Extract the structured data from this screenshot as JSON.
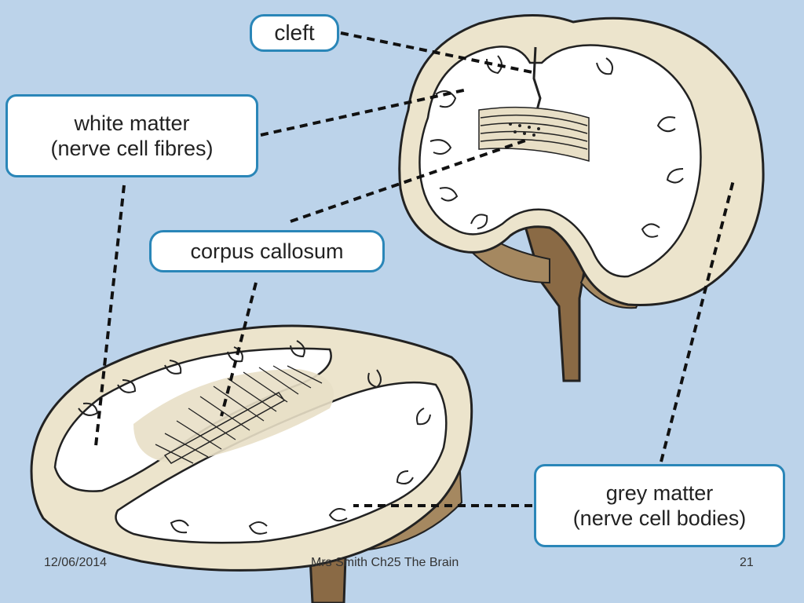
{
  "labels": {
    "cleft": "cleft",
    "white_matter": [
      "white matter",
      "(nerve cell fibres)"
    ],
    "corpus_callosum": "corpus callosum",
    "grey_matter": [
      "grey matter",
      "(nerve cell bodies)"
    ]
  },
  "footer": {
    "date": "12/06/2014",
    "title": "Mrs Smith Ch25 The Brain",
    "page": "21"
  },
  "colors": {
    "background": "#bcd3ea",
    "grey_matter": "#ece4cc",
    "white_matter": "#ffffff",
    "brain_stem": "#8a6a45",
    "label_border": "#2a86b8",
    "leader_line": "#111111"
  }
}
